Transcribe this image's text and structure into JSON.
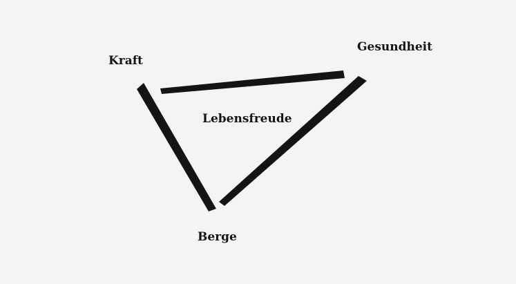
{
  "diagram": {
    "nodes": {
      "kraft": "Kraft",
      "gesundheit": "Gesundheit",
      "berge": "Berge"
    },
    "center_label": "Lebensfreude",
    "edges": [
      {
        "from": "kraft",
        "to": "gesundheit"
      },
      {
        "from": "gesundheit",
        "to": "berge"
      },
      {
        "from": "berge",
        "to": "kraft"
      }
    ],
    "colors": {
      "background": "#f4f4f4",
      "ink": "#141414"
    }
  }
}
